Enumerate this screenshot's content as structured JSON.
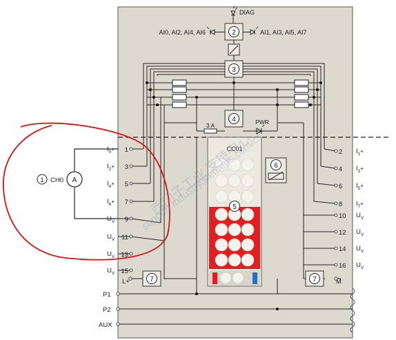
{
  "labels": {
    "diag": "DIAG",
    "ai_left": "AI0, AI2, AI4, AI6",
    "ai_right": "AI1, AI3, AI5, AI7",
    "fuse": "3 A",
    "pwr": "PWR",
    "cc": "CC01",
    "ch0": "CH0",
    "ammeter": "A",
    "lplus": "L+",
    "m": "M",
    "p1": "P1",
    "p2": "P2",
    "aux": "AUX"
  },
  "markers": {
    "diag": "2",
    "backplane": "3",
    "supply": "4",
    "potential": "5",
    "temp": "6",
    "power_left": "7",
    "power_right": "7",
    "channel": "1"
  },
  "terminals_left": [
    {
      "num": "1",
      "sig": "I",
      "sub": "0",
      "sup": "+"
    },
    {
      "num": "3",
      "sig": "I",
      "sub": "2",
      "sup": "+"
    },
    {
      "num": "5",
      "sig": "I",
      "sub": "4",
      "sup": "+"
    },
    {
      "num": "7",
      "sig": "I",
      "sub": "6",
      "sup": "+"
    },
    {
      "num": "9",
      "sig": "U",
      "sub": "V",
      "sup": ""
    },
    {
      "num": "11",
      "sig": "U",
      "sub": "V",
      "sup": ""
    },
    {
      "num": "13",
      "sig": "U",
      "sub": "V",
      "sup": ""
    },
    {
      "num": "15",
      "sig": "U",
      "sub": "V",
      "sup": ""
    }
  ],
  "terminals_right": [
    {
      "num": "2",
      "sig": "I",
      "sub": "1",
      "sup": "+"
    },
    {
      "num": "4",
      "sig": "I",
      "sub": "3",
      "sup": "+"
    },
    {
      "num": "6",
      "sig": "I",
      "sub": "5",
      "sup": "+"
    },
    {
      "num": "8",
      "sig": "I",
      "sub": "7",
      "sup": "+"
    },
    {
      "num": "10",
      "sig": "U",
      "sub": "V",
      "sup": ""
    },
    {
      "num": "12",
      "sig": "U",
      "sub": "V",
      "sup": ""
    },
    {
      "num": "14",
      "sig": "U",
      "sub": "V",
      "sup": ""
    },
    {
      "num": "16",
      "sig": "U",
      "sub": "V",
      "sup": ""
    }
  ],
  "watermark": {
    "line1": "support.industry.siemens.com/cs",
    "line2": "西门子工业 支持中心"
  },
  "colors": {
    "module_bg": "#dcd9cf",
    "terminal_bg": "#ece9e0",
    "potential_red": "#e02020",
    "annotation_red": "#e01010",
    "bridge_blue": "#2a6fc0"
  }
}
